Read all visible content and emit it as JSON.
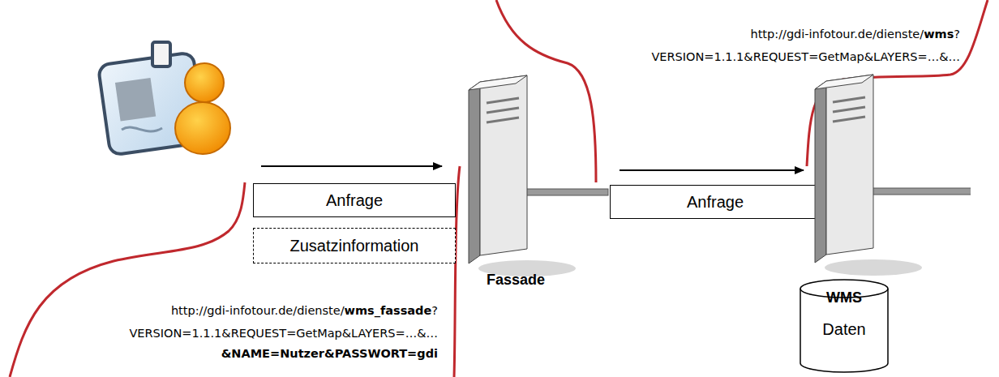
{
  "diagram": {
    "nodes": [
      {
        "text": [
          "Anfrage"
        ]
      },
      {
        "text": [
          "Zusatzinformation"
        ]
      },
      {
        "text": [
          "Fassade"
        ]
      },
      {
        "text": [
          "Anfrage"
        ]
      },
      {
        "text": [
          "WMS",
          "Daten"
        ]
      }
    ],
    "edges": [
      {
        "from": 2,
        "to": 4,
        "arrow": "to"
      }
    ],
    "labels": [
      "http://gdi-infotour.de/dienste/",
      "wms",
      "?",
      "VERSION=1.1.1&REQUEST=GetMap&LAYERS=…&…",
      "http://gdi-infotour.de/dienste/",
      "wms_fassade",
      "?",
      "VERSION=1.1.1&REQUEST=GetMap&LAYERS=…&…",
      "&NAME=Nutzer&PASSWORT=gdi"
    ]
  }
}
